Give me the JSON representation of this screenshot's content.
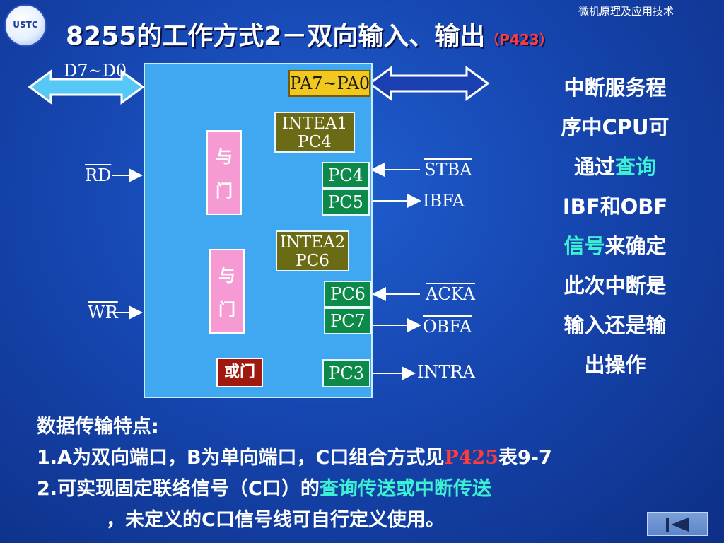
{
  "header": {
    "course": "微机原理及应用技术",
    "logo_text": "USTC",
    "title": "8255的工作方式2－双向输入、输出",
    "title_ref": "（P423）"
  },
  "diagram": {
    "bus_left_label": "D7~D0",
    "pa_label": "PA7~PA0",
    "intea1": [
      "INTEA1",
      "PC4"
    ],
    "intea2": [
      "INTEA2",
      "PC6"
    ],
    "and_gate_1": [
      "与",
      "门"
    ],
    "and_gate_2": [
      "与",
      "门"
    ],
    "or_gate": "或门",
    "pins": {
      "pc4": "PC4",
      "pc5": "PC5",
      "pc6": "PC6",
      "pc7": "PC7",
      "pc3": "PC3"
    },
    "signals": {
      "rd": "RD",
      "wr": "WR",
      "stba": "STBA",
      "ibfa": "IBFA",
      "acka": "ACKA",
      "obfa": "OBFA",
      "intra": "INTRA"
    }
  },
  "side_note": {
    "line1": "中断服务程",
    "line2": "序中CPU可",
    "line3a": "通过",
    "line3b": "查询",
    "line4": "IBF和OBF",
    "line5a": "信号",
    "line5b": "来确定",
    "line6": "此次中断是",
    "line7": "输入还是输",
    "line8": "出操作"
  },
  "bottom": {
    "heading": "数据传输特点:",
    "line1a": "1.A为双向端口，B为单向端口，C口组合方式见",
    "line1b": "P425",
    "line1c": "表9-7",
    "line2a": "2.可实现固定联络信号（C口）的",
    "line2b": "查询传送或中断传送",
    "line3": "，未定义的C口信号线可自行定义使用。"
  },
  "nav": {
    "icon": "skip-back-icon"
  },
  "colors": {
    "accent_cyan": "#3cf0d2",
    "accent_red": "#ff3b3b",
    "chip_blue": "#3fa8f0"
  }
}
